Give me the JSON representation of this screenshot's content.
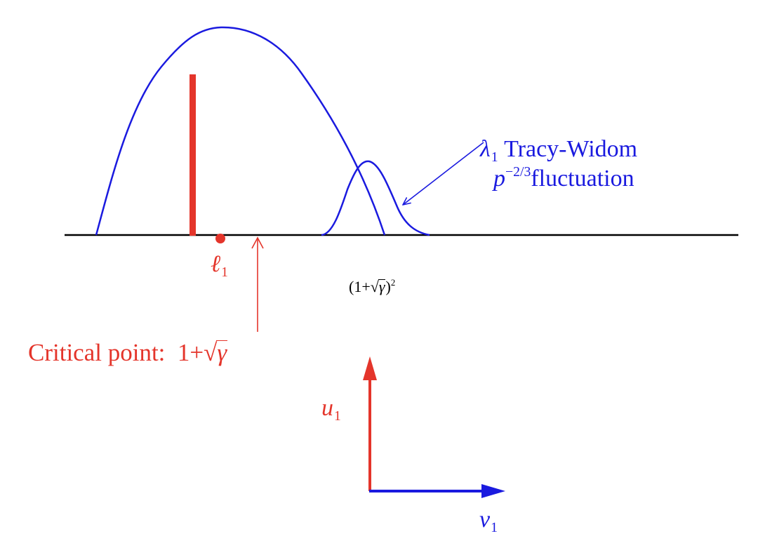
{
  "colors": {
    "blue": "#1a1adf",
    "red": "#e4352b",
    "black": "#000000"
  },
  "labels": {
    "lambda_symbol": "λ",
    "lambda_sub": "1",
    "tw_title": "Tracy-Widom",
    "p_symbol": "p",
    "p_exponent": "−2/3",
    "fluctuation": "fluctuation",
    "ell_symbol": "ℓ",
    "ell_sub": "1",
    "edge_prefix": "(1+",
    "edge_gamma": "γ",
    "edge_suffix": ")",
    "edge_exp": "2",
    "critical_text": "Critical point:",
    "critical_one_plus": "1+",
    "critical_gamma": "γ",
    "u_symbol": "u",
    "u_sub": "1",
    "v_symbol": "v",
    "v_sub": "1"
  },
  "icons": {
    "radical": "√",
    "arrow": "arrow-head",
    "dot": "filled-circle"
  }
}
